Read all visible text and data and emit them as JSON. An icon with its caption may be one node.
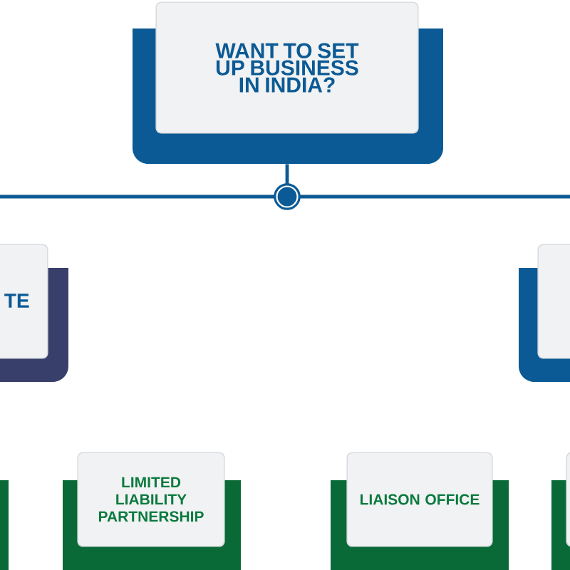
{
  "diagram": {
    "nodes": [
      {
        "text": [
          "WANT TO SET UP BUSINESS IN INDIA?"
        ]
      },
      {
        "text": [],
        "shape": "circle"
      },
      {
        "text": [
          "TE"
        ]
      },
      {
        "text": [],
        "shape": "box"
      },
      {
        "text": [],
        "shape": "box"
      },
      {
        "text": [
          "LIMITED LIABILITY PARTNERSHIP"
        ]
      },
      {
        "text": [
          "LIAISON OFFICE"
        ]
      },
      {
        "text": [],
        "shape": "box"
      }
    ],
    "edges": [
      {
        "from": 0,
        "to": 1,
        "arrow": "none"
      },
      {
        "from": 1,
        "to": null,
        "arrow": "none"
      },
      {
        "from": 1,
        "to": null,
        "arrow": "none"
      }
    ]
  }
}
